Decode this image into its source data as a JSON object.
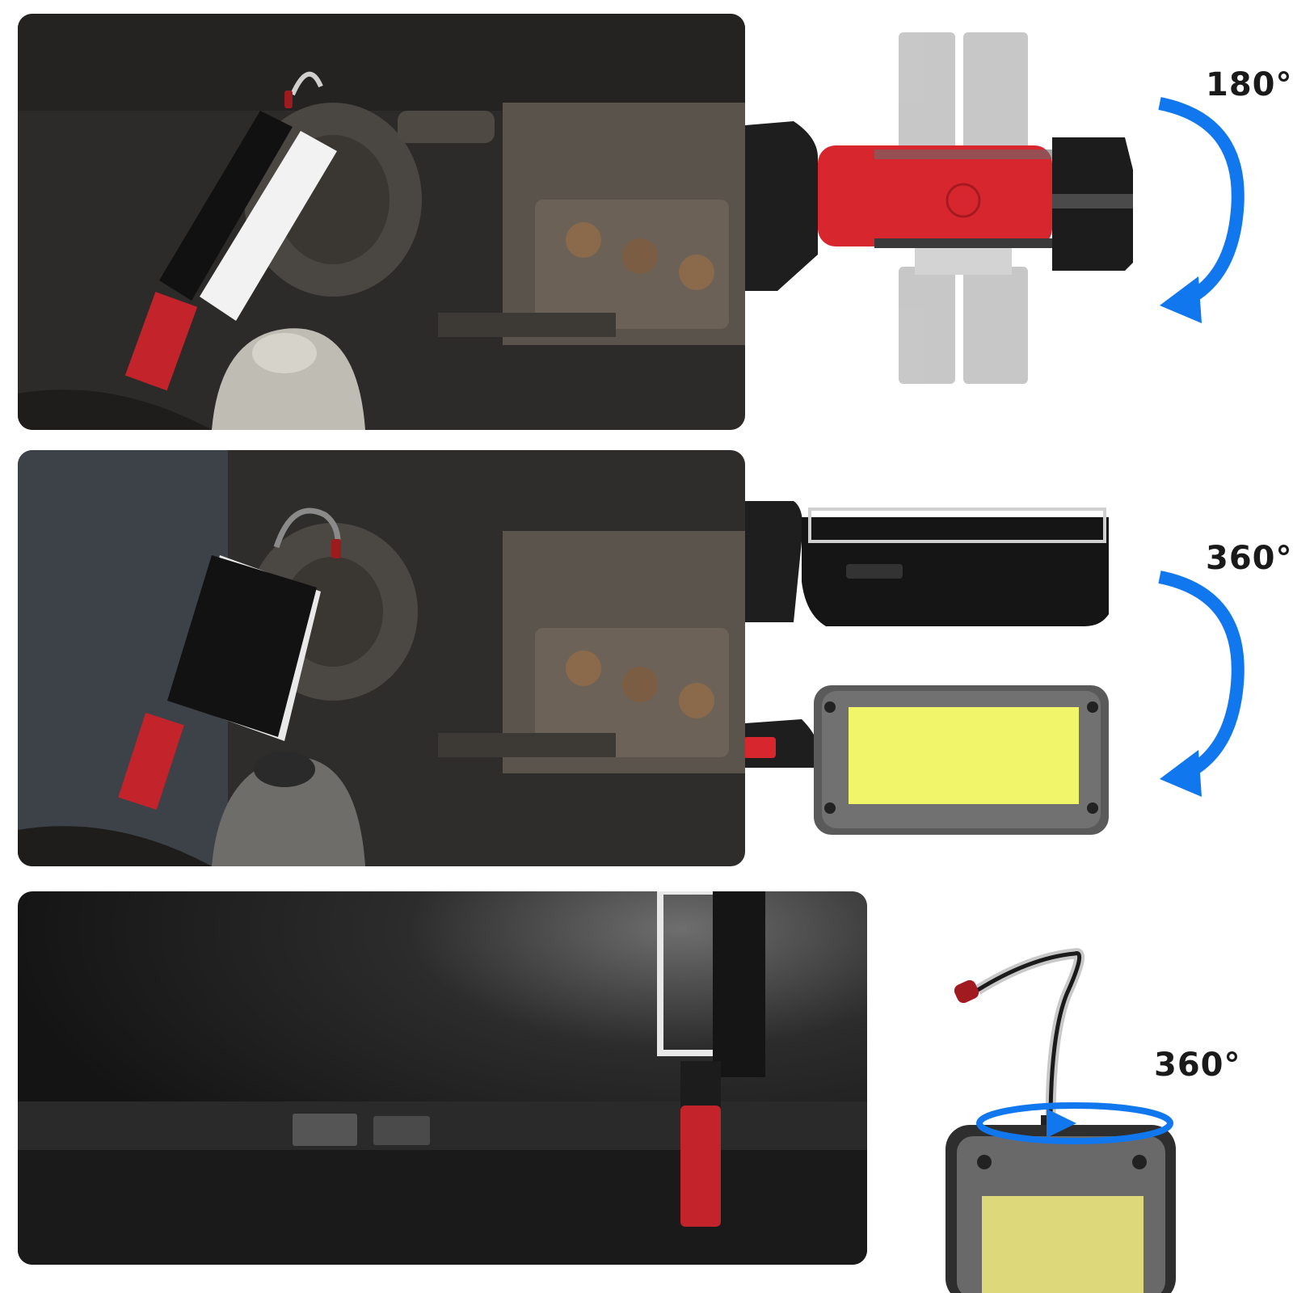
{
  "labels": {
    "rotate_head": "180°",
    "rotate_body": "360°",
    "rotate_hook": "360°"
  },
  "colors": {
    "arrow_blue": "#1177ee",
    "body_red": "#d8262e",
    "cob_yellow": "#f1f56a",
    "housing_black": "#161616"
  },
  "icons": {
    "head_rotation": "curved-arrow-icon",
    "body_rotation": "curved-arrow-icon",
    "hook_rotation": "circular-arrow-icon"
  }
}
